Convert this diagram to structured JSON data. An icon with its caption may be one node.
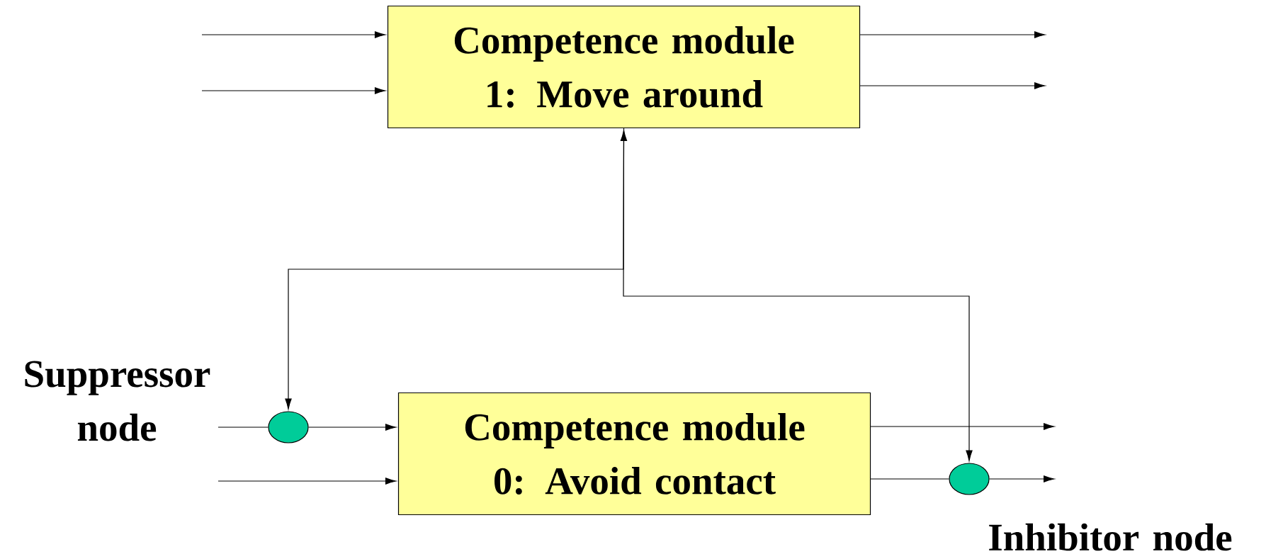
{
  "diagram": {
    "nodes": [
      {
        "text": [
          "Competence module 1: Move around"
        ]
      },
      {
        "text": [],
        "shape": "circle",
        "beside": [
          "Suppressor node"
        ]
      },
      {
        "text": [
          "Competence module 0: Avoid contact"
        ]
      },
      {
        "text": [],
        "shape": "circle",
        "beside": [
          "Inhibitor node"
        ]
      }
    ],
    "edges": [
      {
        "from": null,
        "to": 0,
        "arrow": "to"
      },
      {
        "from": null,
        "to": 0,
        "arrow": "to"
      },
      {
        "from": 0,
        "to": null,
        "arrow": "to"
      },
      {
        "from": 0,
        "to": null,
        "arrow": "to"
      },
      {
        "from": 0,
        "to": 1,
        "arrow": "both"
      },
      {
        "from": 0,
        "to": 3,
        "arrow": "to"
      },
      {
        "from": null,
        "to": 1,
        "arrow": "none"
      },
      {
        "from": 1,
        "to": 2,
        "arrow": "to"
      },
      {
        "from": null,
        "to": 2,
        "arrow": "to"
      },
      {
        "from": 2,
        "to": null,
        "arrow": "to"
      },
      {
        "from": 2,
        "to": 3,
        "arrow": "none"
      },
      {
        "from": 3,
        "to": null,
        "arrow": "to"
      }
    ]
  }
}
